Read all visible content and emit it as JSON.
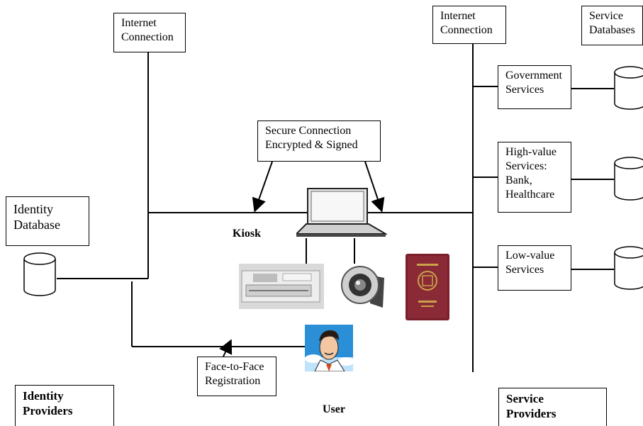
{
  "boxes": {
    "internet_left": {
      "line1": "Internet",
      "line2": "Connection"
    },
    "internet_right": {
      "line1": "Internet",
      "line2": "Connection"
    },
    "service_databases": {
      "line1": "Service",
      "line2": "Databases"
    },
    "government": {
      "line1": "Government",
      "line2": "Services"
    },
    "high_value": {
      "line1": "High-value",
      "line2": "Services:",
      "line3": "Bank,",
      "line4": "Healthcare"
    },
    "low_value": {
      "line1": "Low-value",
      "line2": "Services"
    },
    "secure": {
      "line1": "Secure Connection",
      "line2": "Encrypted & Signed"
    },
    "identity_db": {
      "line1": "Identity",
      "line2": "Database"
    },
    "face_to_face": {
      "line1": "Face-to-Face",
      "line2": "Registration"
    },
    "identity_providers": {
      "line1": "Identity",
      "line2": "Providers"
    },
    "service_providers": {
      "line1": "Service",
      "line2": "Providers"
    }
  },
  "labels": {
    "kiosk": "Kiosk",
    "user": "User"
  },
  "icons": [
    "laptop-icon",
    "card-reader-icon",
    "webcam-icon",
    "passport-icon",
    "user-icon",
    "database-icon"
  ],
  "colors": {
    "passport": "#7a1f2b",
    "sky": "#2a8fd6",
    "line": "#000000"
  }
}
